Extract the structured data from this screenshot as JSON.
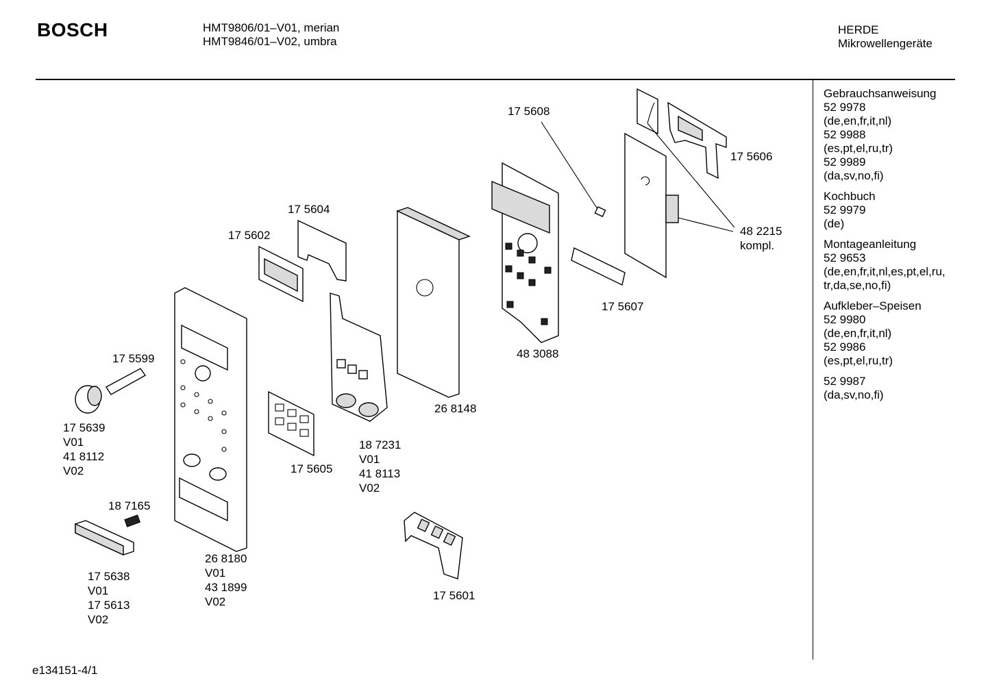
{
  "header": {
    "brand": "BOSCH",
    "model_lines": [
      "HMT9806/01–V01, merian",
      "HMT9846/01–V02, umbra"
    ],
    "maker_lines": [
      "HERDE",
      "Mikrowellengeräte"
    ]
  },
  "sidebar": {
    "groups": [
      {
        "lines": [
          "Gebrauchsanweisung",
          "52 9978",
          "(de,en,fr,it,nl)",
          "52 9988",
          "(es,pt,el,ru,tr)",
          "52 9989",
          "(da,sv,no,fi)"
        ]
      },
      {
        "lines": [
          "Kochbuch",
          "52 9979",
          "(de)"
        ]
      },
      {
        "lines": [
          "Montageanleitung",
          "52 9653",
          "(de,en,fr,it,nl,es,pt,el,ru,",
          "tr,da,se,no,fi)"
        ]
      },
      {
        "lines": [
          "Aufkleber–Speisen",
          "52 9980",
          "(de,en,fr,it,nl)",
          "52 9986",
          "(es,pt,el,ru,tr)"
        ]
      },
      {
        "lines": [
          "52 9987",
          "(da,sv,no,fi)"
        ]
      }
    ]
  },
  "parts": [
    {
      "id": "p175608",
      "lines": [
        "17 5608"
      ]
    },
    {
      "id": "p175606",
      "lines": [
        "17 5606"
      ]
    },
    {
      "id": "p482215",
      "lines": [
        "48 2215",
        "kompl."
      ]
    },
    {
      "id": "p175604",
      "lines": [
        "17 5604"
      ]
    },
    {
      "id": "p175602",
      "lines": [
        "17 5602"
      ]
    },
    {
      "id": "p175607",
      "lines": [
        "17 5607"
      ]
    },
    {
      "id": "p483088",
      "lines": [
        "48 3088"
      ]
    },
    {
      "id": "p175599",
      "lines": [
        "17 5599"
      ]
    },
    {
      "id": "p268148",
      "lines": [
        "26 8148"
      ]
    },
    {
      "id": "p175639",
      "lines": [
        "17 5639",
        "V01",
        "41 8112",
        "V02"
      ]
    },
    {
      "id": "p187231",
      "lines": [
        "18 7231",
        "V01",
        "41 8113",
        "V02"
      ]
    },
    {
      "id": "p175605",
      "lines": [
        "17 5605"
      ]
    },
    {
      "id": "p187165",
      "lines": [
        "18 7165"
      ]
    },
    {
      "id": "p268180",
      "lines": [
        "26 8180",
        "V01",
        "43 1899",
        "V02"
      ]
    },
    {
      "id": "p175638",
      "lines": [
        "17 5638",
        "V01",
        "17 5613",
        "V02"
      ]
    },
    {
      "id": "p175601",
      "lines": [
        "17 5601"
      ]
    }
  ],
  "footer": {
    "code": "e134151-4/1"
  }
}
